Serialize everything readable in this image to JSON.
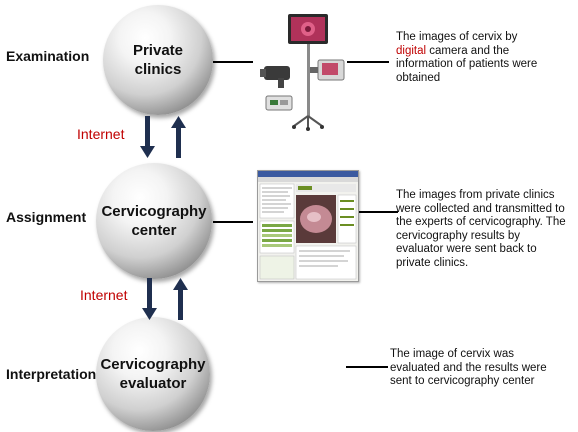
{
  "stages": [
    {
      "label": "Examination",
      "sphere_lines": [
        "Private",
        "clinics"
      ]
    },
    {
      "label": "Assignment",
      "sphere_lines": [
        "Cervicography",
        "center"
      ]
    },
    {
      "label": "Interpretation",
      "sphere_lines": [
        "Cervicography",
        "evaluator"
      ]
    }
  ],
  "links": [
    {
      "label": "Internet"
    },
    {
      "label": "Internet"
    }
  ],
  "descriptions": {
    "examination": {
      "line1": "The images of cervix by",
      "highlight": "digital",
      "line2_rest": " camera and the",
      "line3": "information of patients were",
      "line4": "obtained"
    },
    "assignment": [
      "The images from private clinics",
      "were collected and transmitted to",
      "the experts of cervicography. The",
      "cervicography results by",
      "evaluator were sent back to",
      "private clinics."
    ],
    "interpretation": [
      "The image of cervix was",
      "evaluated and the results were",
      "sent to cervicography center"
    ]
  },
  "colors": {
    "internet_label": "#c00000",
    "arrow": "#1f2f4f",
    "highlight": "#c00000"
  },
  "icons": [
    "camera-equipment-icon",
    "software-screenshot-icon",
    "up-arrow-icon",
    "down-arrow-icon"
  ]
}
